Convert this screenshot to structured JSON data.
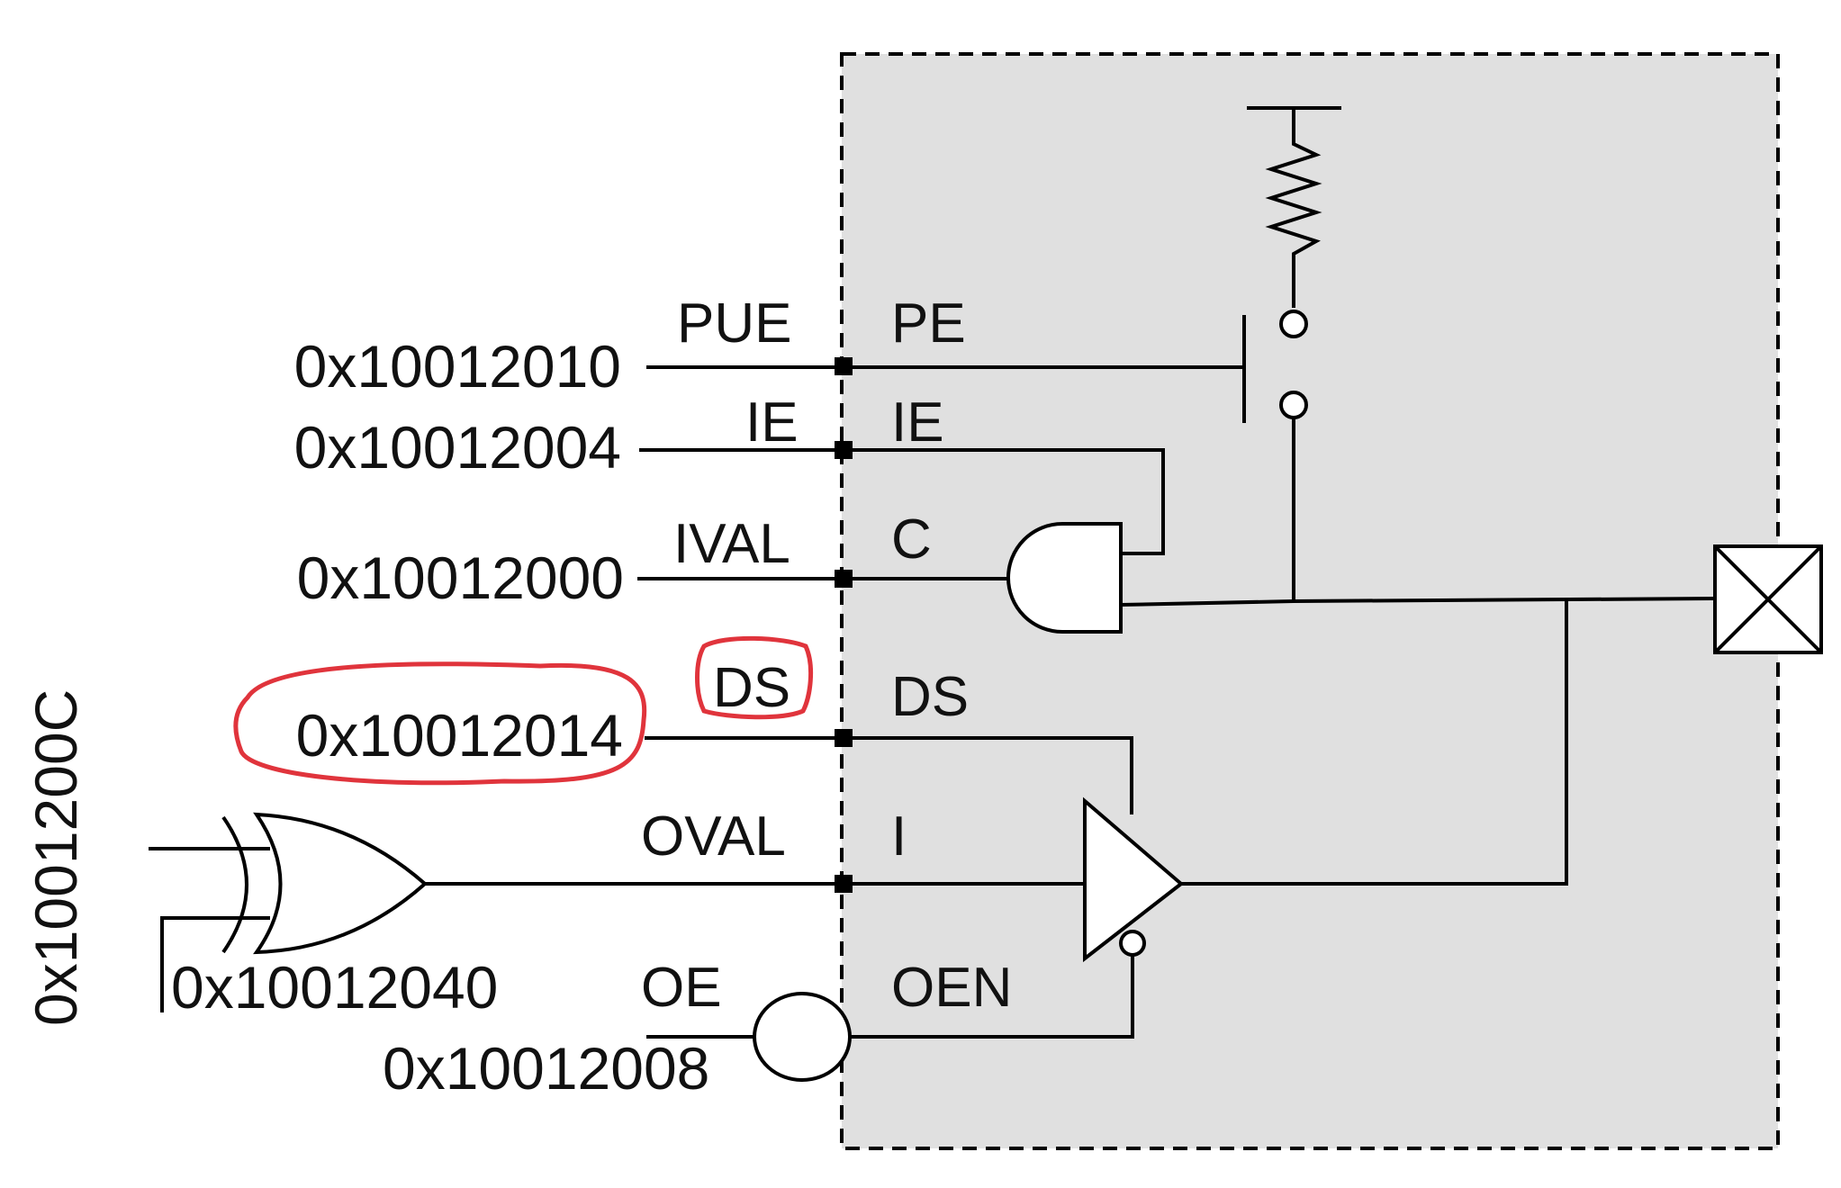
{
  "external_signals": {
    "pue": "PUE",
    "ie": "IE",
    "ival": "IVAL",
    "ds": "DS",
    "oval": "OVAL",
    "oe": "OE"
  },
  "pad_signals": {
    "pe": "PE",
    "ie": "IE",
    "c": "C",
    "ds": "DS",
    "i": "I",
    "oen": "OEN"
  },
  "addresses": {
    "pue": "0x10012010",
    "ie": "0x10012004",
    "ival": "0x10012000",
    "ds": "0x10012014",
    "xor": "0x10012040",
    "oe": "0x10012008",
    "vertical": "0x1001200C"
  },
  "colors": {
    "pad_fill": "#e0e0e0",
    "annotation": "#e0343c",
    "wire": "#000000"
  }
}
